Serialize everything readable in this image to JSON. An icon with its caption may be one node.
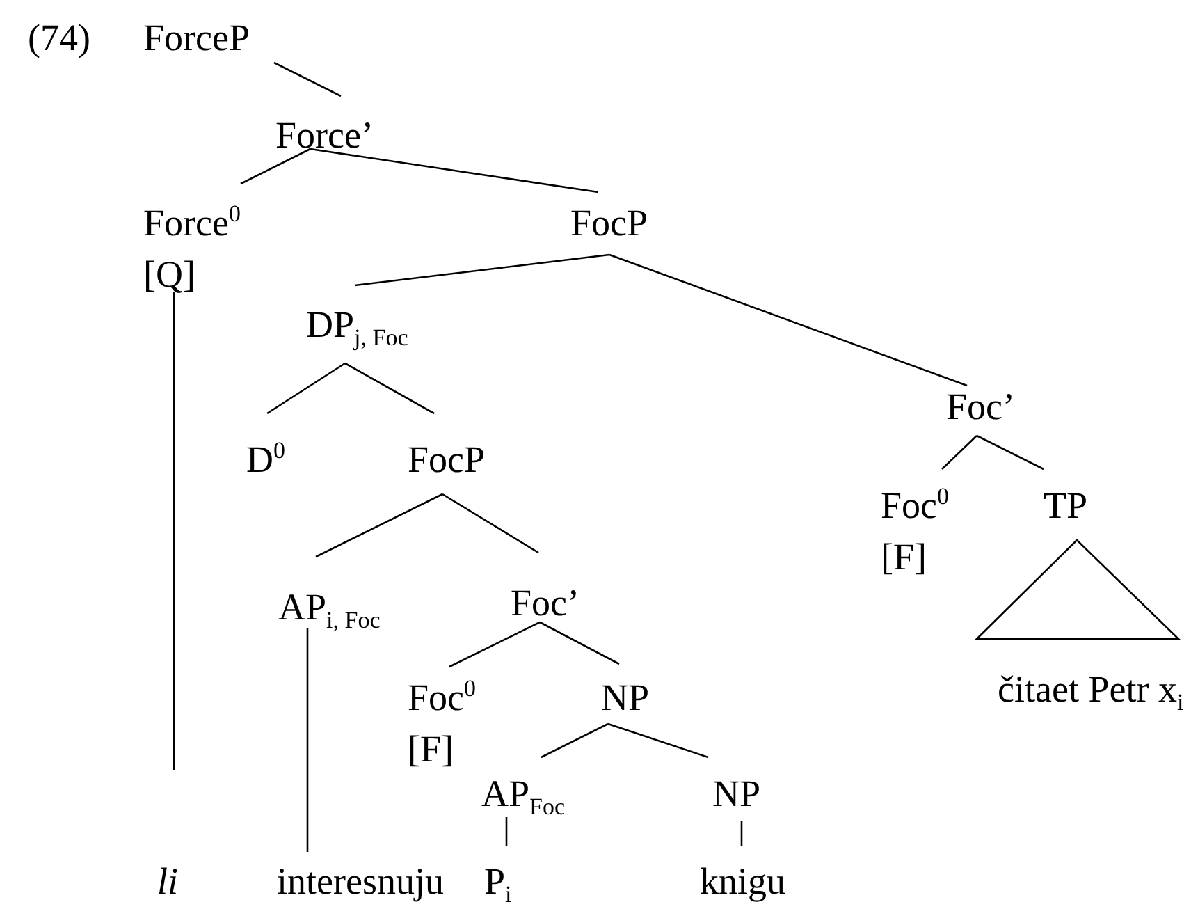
{
  "diagram": {
    "nodes": [
      {
        "text": [
          "ForceP"
        ]
      },
      {
        "text": [
          "Force’"
        ]
      },
      {
        "text": [
          "Force$^{0}$",
          "[Q]"
        ]
      },
      {
        "text": [
          "FocP"
        ]
      },
      {
        "text": [
          "DP$_{j, Foc}$"
        ]
      },
      {
        "text": [
          "Foc’"
        ]
      },
      {
        "text": [
          "D$^{0}$"
        ]
      },
      {
        "text": [
          "FocP"
        ]
      },
      {
        "text": [
          "Foc$^{0}$",
          "[F]"
        ]
      },
      {
        "text": [
          "TP"
        ]
      },
      {
        "text": [
          "AP$_{i, Foc}$"
        ]
      },
      {
        "text": [
          "Foc’"
        ]
      },
      {
        "text": [
          "Foc$^{0}$",
          "[F]"
        ]
      },
      {
        "text": [
          "NP"
        ]
      },
      {
        "text": [
          "AP$_{Foc}$"
        ]
      },
      {
        "text": [
          "NP"
        ]
      },
      {
        "text": [
          "li"
        ]
      },
      {
        "text": [
          "interesnuju"
        ]
      },
      {
        "text": [
          "P$_{i}$"
        ]
      },
      {
        "text": [
          "knigu"
        ]
      },
      {
        "text": [
          "čitaet Petr x$_{i}$"
        ]
      }
    ],
    "edges": [
      {
        "from": 0,
        "to": 1,
        "arrow": "none"
      },
      {
        "from": 1,
        "to": 2,
        "arrow": "none"
      },
      {
        "from": 1,
        "to": 3,
        "arrow": "none"
      },
      {
        "from": 3,
        "to": 4,
        "arrow": "none"
      },
      {
        "from": 3,
        "to": 5,
        "arrow": "none"
      },
      {
        "from": 4,
        "to": 6,
        "arrow": "none"
      },
      {
        "from": 4,
        "to": 7,
        "arrow": "none"
      },
      {
        "from": 5,
        "to": 8,
        "arrow": "none"
      },
      {
        "from": 5,
        "to": 9,
        "arrow": "none"
      },
      {
        "from": 7,
        "to": 10,
        "arrow": "none"
      },
      {
        "from": 7,
        "to": 11,
        "arrow": "none"
      },
      {
        "from": 11,
        "to": 12,
        "arrow": "none"
      },
      {
        "from": 11,
        "to": 13,
        "arrow": "none"
      },
      {
        "from": 13,
        "to": 14,
        "arrow": "none"
      },
      {
        "from": 13,
        "to": 15,
        "arrow": "none"
      },
      {
        "from": 2,
        "to": 16,
        "arrow": "none"
      },
      {
        "from": 10,
        "to": 17,
        "arrow": "none"
      },
      {
        "from": 14,
        "to": 18,
        "arrow": "none"
      },
      {
        "from": 15,
        "to": 19,
        "arrow": "none"
      },
      {
        "from": 9,
        "to": 20,
        "arrow": "none"
      }
    ],
    "labels": [
      "(74)"
    ]
  }
}
